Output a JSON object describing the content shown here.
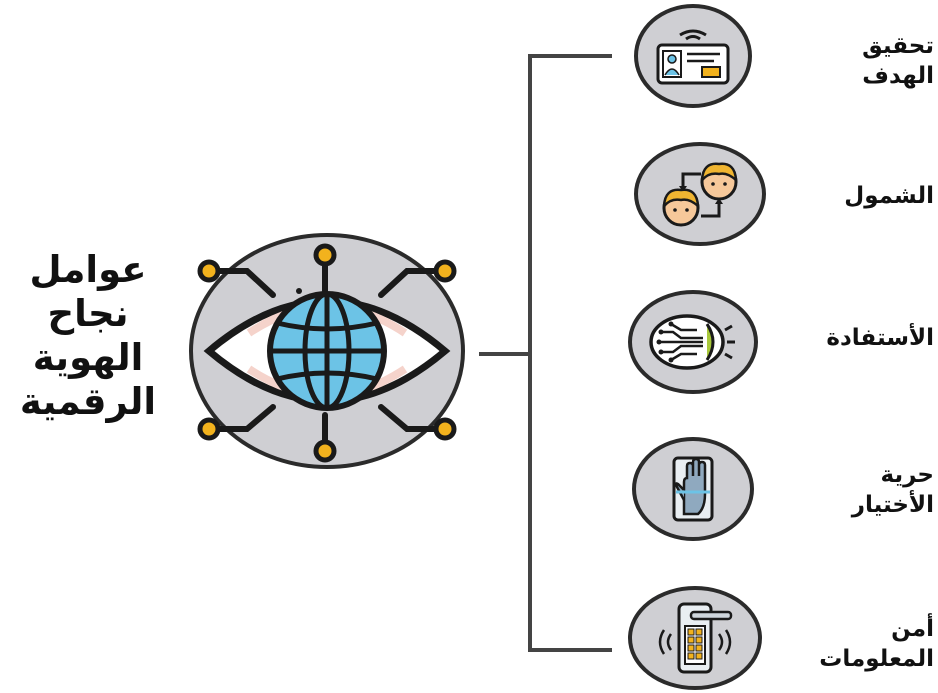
{
  "title_lines": [
    "عوامل",
    "نجاح",
    "الهوية",
    "الرقمية"
  ],
  "hub_icon": "eye-globe-network-icon",
  "colors": {
    "circle_fill": "#cfcfd3",
    "outline": "#2b2b2b",
    "globe": "#6cc3e6",
    "node_dot": "#f2b21d",
    "eye_lid": "#f5d3cb",
    "skin": "#f6c89a",
    "hair": "#f0b531"
  },
  "factors": [
    {
      "lines": [
        "تحقيق",
        "الهدف"
      ],
      "icon": "id-card-icon"
    },
    {
      "lines": [
        "الشمول"
      ],
      "icon": "people-exchange-icon"
    },
    {
      "lines": [
        "الأستفادة"
      ],
      "icon": "biometric-eye-scan-icon"
    },
    {
      "lines": [
        "حرية",
        "الأختيار"
      ],
      "icon": "hand-scan-icon"
    },
    {
      "lines": [
        "أمن",
        "المعلومات"
      ],
      "icon": "smart-lock-icon"
    }
  ]
}
